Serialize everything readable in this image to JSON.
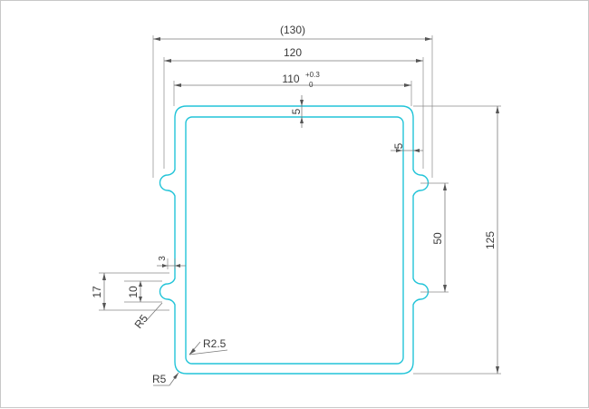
{
  "drawing": {
    "profile_color": "#22c4d8",
    "dimension_color": "#7a7a7a",
    "labels": {
      "overall_width_ref": "(130)",
      "width_outer": "120",
      "width_inner": "110",
      "tol_upper": "+0.3",
      "tol_lower": "0",
      "wall_top": "5",
      "wall_right": "5",
      "height": "125",
      "notch_spacing": "50",
      "notch_pitch": "17",
      "notch_width": "10",
      "notch_depth": "3",
      "notch_radius": "R5",
      "inner_corner_radius": "R2.5",
      "outer_corner_radius": "R5"
    }
  }
}
